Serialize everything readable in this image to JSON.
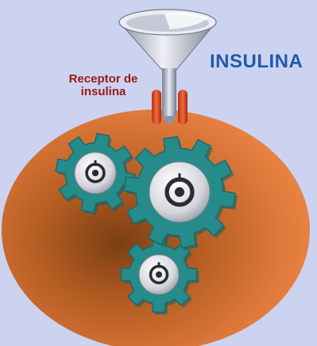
{
  "labels": {
    "insulin_title": "INSULINA",
    "receptor_line1": "Receptor de",
    "receptor_line2": "insulina"
  },
  "colors": {
    "background": "#ccd3f0",
    "cell_body": "#e07a3c",
    "gear_teal": "#268b8b",
    "receptor_red": "#d1491f",
    "funnel_grey": "#b4bac8",
    "insulin_text": "#1f5ba8",
    "receptor_text": "#9c1818"
  },
  "icons": {
    "funnel": "funnel-icon",
    "gear": "gear-icon"
  }
}
